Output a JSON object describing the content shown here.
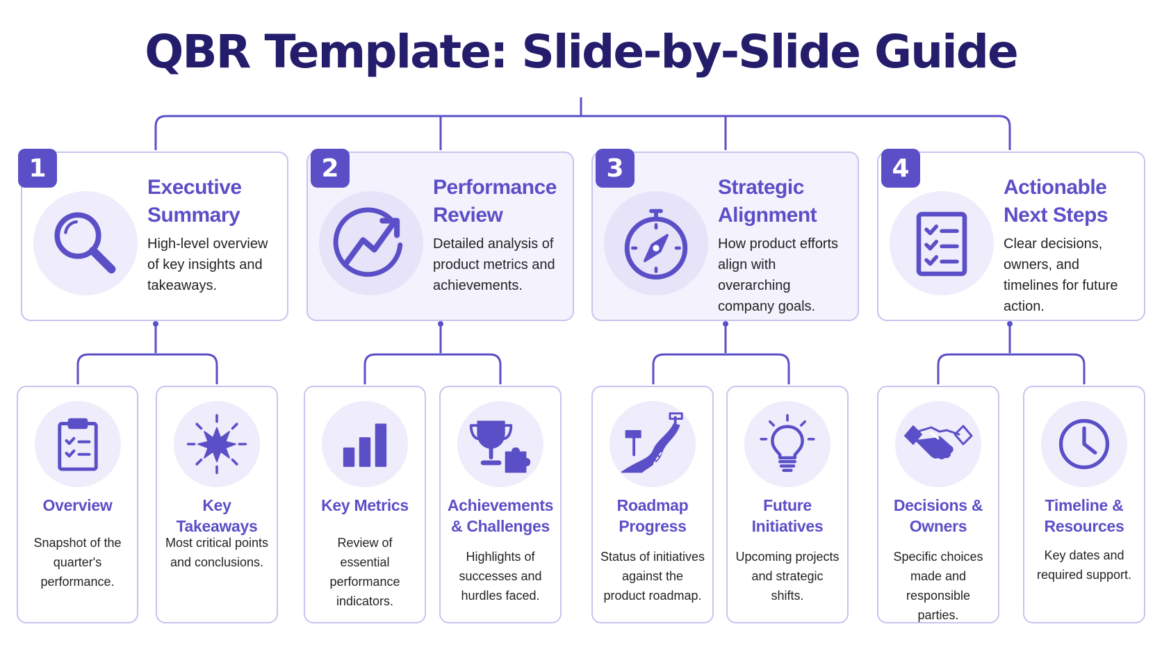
{
  "title": "QBR Template: Slide-by-Slide Guide",
  "colors": {
    "accent": "#5b4fc7",
    "title": "#231d6b",
    "border": "#c9c3ee",
    "icon_bg": "#efecfb"
  },
  "sections": [
    {
      "number": "1",
      "title": "Executive Summary",
      "description": "High-level overview of key insights and takeaways.",
      "icon": "magnifying-glass-icon",
      "children": [
        {
          "title": "Overview",
          "description": "Snapshot of the quarter's performance.",
          "icon": "clipboard-checklist-icon"
        },
        {
          "title": "Key Takeaways",
          "description": "Most critical points and conclusions.",
          "icon": "starburst-icon"
        }
      ]
    },
    {
      "number": "2",
      "title": "Performance Review",
      "description": "Detailed analysis of product metrics and achievements.",
      "icon": "trend-arrow-icon",
      "children": [
        {
          "title": "Key Metrics",
          "description": "Review of essential performance indicators.",
          "icon": "bar-chart-icon"
        },
        {
          "title": "Achievements & Challenges",
          "description": "Highlights of successes and hurdles faced.",
          "icon": "trophy-puzzle-icon"
        }
      ]
    },
    {
      "number": "3",
      "title": "Strategic Alignment",
      "description": "How product efforts align with overarching company goals.",
      "icon": "compass-icon",
      "children": [
        {
          "title": "Roadmap Progress",
          "description": "Status of initiatives against the product roadmap.",
          "icon": "road-signpost-icon"
        },
        {
          "title": "Future Initiatives",
          "description": "Upcoming projects and strategic shifts.",
          "icon": "lightbulb-icon"
        }
      ]
    },
    {
      "number": "4",
      "title": "Actionable Next Steps",
      "description": "Clear decisions, owners, and timelines for future action.",
      "icon": "checklist-icon",
      "children": [
        {
          "title": "Decisions & Owners",
          "description": "Specific choices made and responsible parties.",
          "icon": "handshake-icon"
        },
        {
          "title": "Timeline & Resources",
          "description": "Key dates and required support.",
          "icon": "clock-icon"
        }
      ]
    }
  ]
}
